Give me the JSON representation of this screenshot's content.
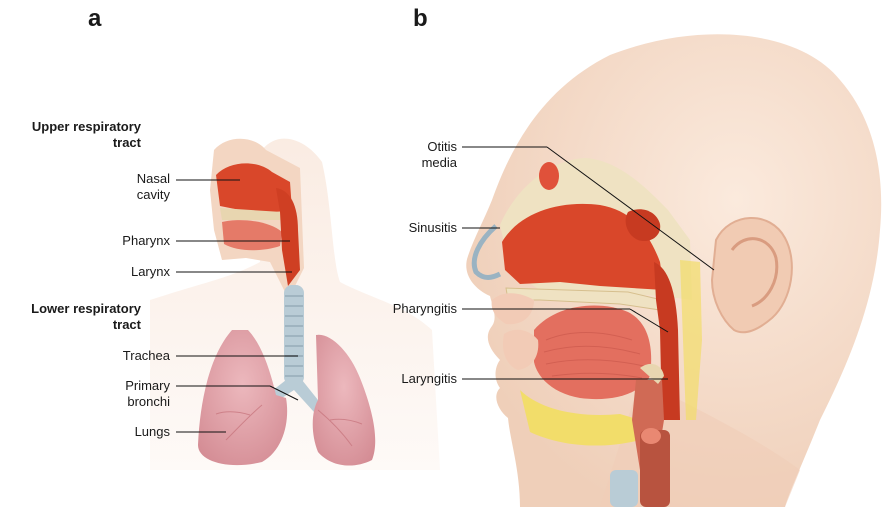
{
  "panels": {
    "a": "a",
    "b": "b"
  },
  "panel_a": {
    "upper_header": [
      "Upper respiratory",
      "tract"
    ],
    "lower_header": [
      "Lower respiratory",
      "tract"
    ],
    "labels": {
      "nasal_cavity": [
        "Nasal",
        "cavity"
      ],
      "pharynx": "Pharynx",
      "larynx": "Larynx",
      "trachea": "Trachea",
      "primary_bronchi": [
        "Primary",
        "bronchi"
      ],
      "lungs": "Lungs"
    }
  },
  "panel_b": {
    "labels": {
      "otitis_media": [
        "Otitis",
        "media"
      ],
      "sinusitis": "Sinusitis",
      "pharyngitis": "Pharyngitis",
      "laryngitis": "Laryngitis"
    }
  },
  "colors": {
    "skin": "#f6dccb",
    "skin_shadow": "#ecc3aa",
    "mucosa": "#d9472a",
    "mucosa_dark": "#b8321c",
    "bone": "#efe2c2",
    "lung": "#e3a2a9",
    "trachea": "#b9ccd6",
    "fat": "#f2dd6a",
    "leader": "#111111"
  }
}
